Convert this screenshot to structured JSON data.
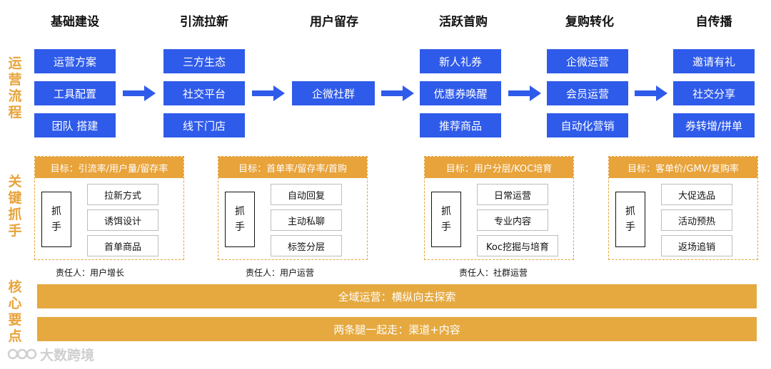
{
  "columns": [
    "基础建设",
    "引流拉新",
    "用户留存",
    "活跃首购",
    "复购转化",
    "自传播"
  ],
  "side_labels": {
    "flow": "运营流程",
    "key": "关键抓手",
    "core": "核心要点"
  },
  "flow": {
    "col1": [
      "运营方案",
      "工具配置",
      "团队 搭建"
    ],
    "col2": [
      "三方生态",
      "社交平台",
      "线下门店"
    ],
    "col3": [
      "企微社群"
    ],
    "col4": [
      "新人礼券",
      "优惠券唤醒",
      "推荐商品"
    ],
    "col5": [
      "企微运营",
      "会员运营",
      "自动化营销"
    ],
    "col6": [
      "邀请有礼",
      "社交分享",
      "券转增/拼单"
    ]
  },
  "panels": [
    {
      "goal": "目标：引流率/用户量/留存率",
      "grip": "抓\n手",
      "items": [
        "拉新方式",
        "诱饵设计",
        "首单商品"
      ],
      "owner": "责任人：用户增长"
    },
    {
      "goal": "目标：首单率/留存率/首购",
      "grip": "抓\n手",
      "items": [
        "自动回复",
        "主动私聊",
        "标签分层"
      ],
      "owner": "责任人：用户运营"
    },
    {
      "goal": "目标：用户分层/KOC培育",
      "grip": "抓\n手",
      "items": [
        "日常运营",
        "专业内容",
        "Koc挖掘与培育"
      ],
      "owner": "责任人：社群运营"
    },
    {
      "goal": "目标：客单价/GMV/复购率",
      "grip": "抓\n手",
      "items": [
        "大促选品",
        "活动预热",
        "返场追销"
      ],
      "owner": ""
    }
  ],
  "core": [
    "全域运营：横纵向去探索",
    "两条腿一起走：渠道+内容"
  ],
  "watermark": "大数跨境",
  "colors": {
    "blue": "#2F5BEA",
    "orange": "#E8A33B",
    "bar": "#E5A93F"
  }
}
